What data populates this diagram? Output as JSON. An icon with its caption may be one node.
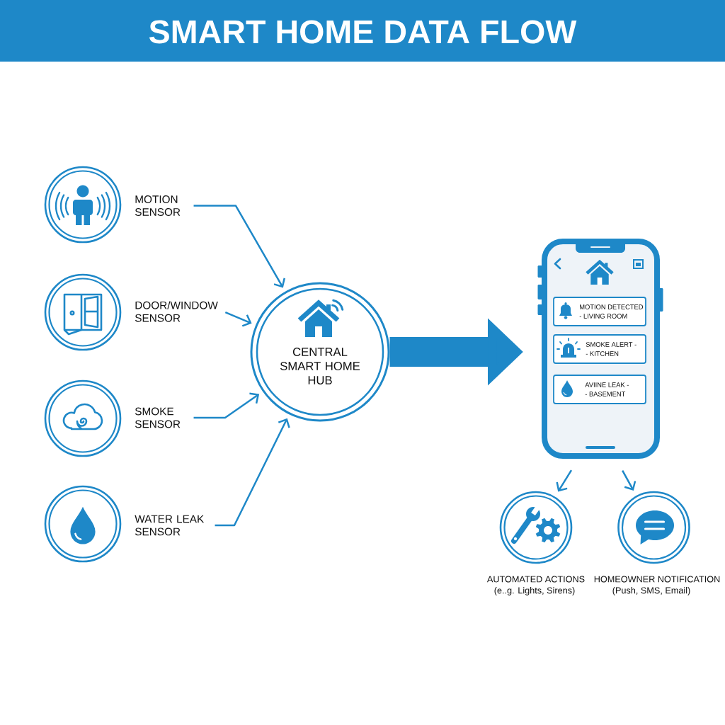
{
  "diagram": {
    "title": "SMART HOME DATA FLOW",
    "nodes": [
      {
        "text": [
          "MOTION SENSOR"
        ]
      },
      {
        "text": [
          "DOOR/WINDOW SENSOR"
        ]
      },
      {
        "text": [
          "SMOKE SENSOR"
        ]
      },
      {
        "text": [
          "WATER LEAK SENSOR"
        ]
      },
      {
        "text": [
          "CENTRAL SMART HOME HUB"
        ]
      },
      {
        "text": [],
        "shape": "phone"
      },
      {
        "text": [
          "MOTION DETECTED",
          "- LIVING ROOM"
        ],
        "in": 5
      },
      {
        "text": [
          "SMOKE ALERT -",
          "- KITCHEN"
        ],
        "in": 5
      },
      {
        "text": [
          "AVIINE LEAK -",
          "- BASEMENT"
        ],
        "in": 5
      },
      {
        "text": [
          "AUTOMATED ACTIONS",
          "(e..g. Lights, Sirens)"
        ]
      },
      {
        "text": [
          "HOMEOWNER NOTIFICATION",
          "(Push, SMS, Email)"
        ]
      }
    ],
    "edges": [
      {
        "from": 0,
        "to": 4,
        "arrow": "to"
      },
      {
        "from": 1,
        "to": 4,
        "arrow": "to"
      },
      {
        "from": 2,
        "to": 4,
        "arrow": "to"
      },
      {
        "from": 3,
        "to": 4,
        "arrow": "to"
      },
      {
        "from": 4,
        "to": 5,
        "arrow": "to",
        "style": "thick"
      },
      {
        "from": 5,
        "to": 9,
        "arrow": "to"
      },
      {
        "from": 5,
        "to": 10,
        "arrow": "to"
      }
    ]
  }
}
